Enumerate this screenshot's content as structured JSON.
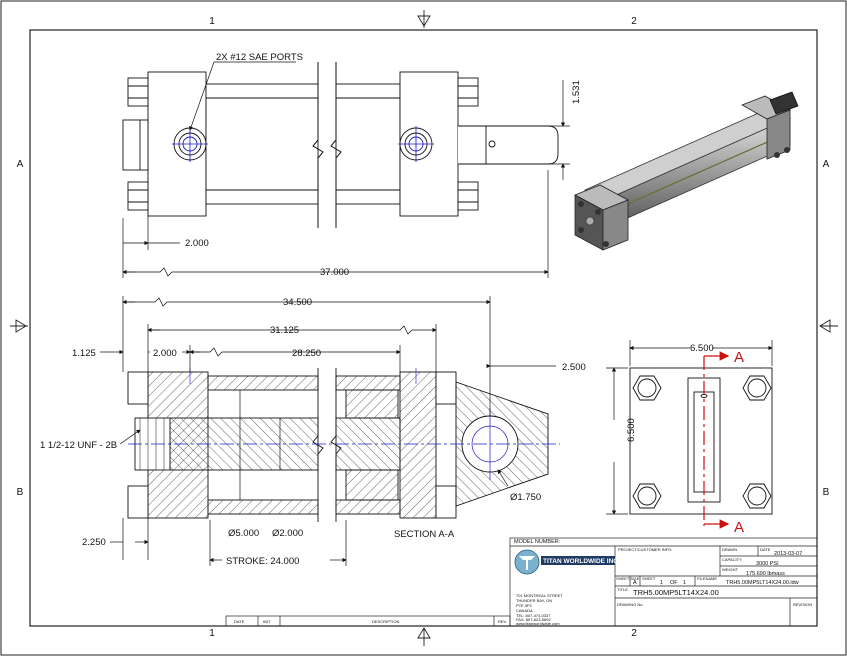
{
  "frame": {
    "zone_cols": [
      "1",
      "2"
    ],
    "zone_rows": [
      "A",
      "B"
    ]
  },
  "top_view": {
    "port_callout": "2X #12 SAE PORTS",
    "dims": {
      "height": "1.531",
      "left_offset": "2.000",
      "overall": "37.000"
    }
  },
  "section_view": {
    "dims": {
      "a": "34.500",
      "b": "31.125",
      "c": "28.250",
      "d": "2.000",
      "e": "1.125",
      "f": "2.500",
      "g": "2.250",
      "bore": "Ø5.000",
      "rod": "Ø2.000",
      "pin": "Ø1.750",
      "thread": "1 1/2-12 UNF - 2B",
      "stroke": "STROKE: 24.000"
    },
    "label": "SECTION A-A"
  },
  "end_view": {
    "dims": {
      "width": "6.500",
      "height": "6.500"
    },
    "section_mark": "A"
  },
  "title_block": {
    "model_number_label": "MODEL NUMBER:",
    "company": "TITAN WORLDWIDE INC.",
    "address": [
      "701 MONTREAL STREET",
      "THUNDER BAY, ON",
      "P7E 3P2",
      "CANADA",
      "TEL: 807-474-0337",
      "FAX: 807-623-5692",
      "www.titanworldwide.com"
    ],
    "project_label": "PROJECT/CUSTOMER INFO:",
    "drawn_label": "DRAWN",
    "date_label": "DATE",
    "date_value": "2013-03-07",
    "capacity_label": "CAPACITY",
    "capacity_value": "3000 PSI",
    "weight_label": "WEIGHT",
    "weight_value": "175.690 lbmass",
    "sheet_size_label": "SHEET SIZE",
    "sheet_size_value": "A",
    "sheet_label": "SHEET",
    "sheet_value": "1",
    "of_label": "OF",
    "of_value": "1",
    "filename_label": "FILENAME",
    "filename_value": "TRH5.00MP5LT14X24.00.idw",
    "title_label": "TITLE",
    "title_value": "TRH5.00MP5LT14X24.00",
    "drawing_no_label": "DRAWING No.",
    "revision_label": "REVISION",
    "rev_headers": [
      "DATE",
      "INIT.",
      "DESCRIPTION",
      "REV."
    ]
  },
  "colors": {
    "centerline": "#1a1acc",
    "section_arrow": "#cc1111"
  }
}
